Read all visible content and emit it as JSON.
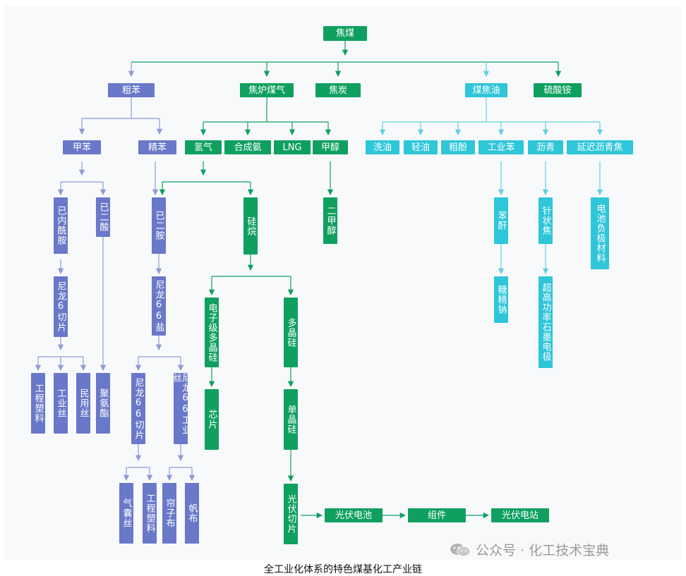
{
  "colors": {
    "green": "#0fa060",
    "blue": "#6978c8",
    "cyan": "#2ec6d8",
    "line_green": "#0fa060",
    "line_blue": "#8f9bd6",
    "line_cyan": "#5fd1df"
  },
  "nodes": {
    "coke_coal": "焦煤",
    "crude_benzene": "粗苯",
    "coke_oven_gas": "焦炉煤气",
    "coke": "焦炭",
    "coal_tar": "煤焦油",
    "ammonium_sulfate": "硫酸铵",
    "toluene": "甲苯",
    "refined_benzene": "精苯",
    "hydrogen": "氢气",
    "synthetic_ammonia": "合成氨",
    "lng": "LNG",
    "methanol": "甲醇",
    "wash_oil": "洗油",
    "light_oil": "轻油",
    "crude_phenol": "粗酚",
    "industrial_benzene": "工业苯",
    "pitch": "沥青",
    "delayed_pitch_coke": "延迟沥青焦",
    "caprolactam": "已内酰胺",
    "adipic_acid": "已二酸",
    "hexanediamine": "已二胺",
    "silane": "硅烷",
    "dimethyl_ether": "二甲醇",
    "phthalic_anhydride": "苯酐",
    "needle_coke": "针状焦",
    "anode_material": "电池负极材料",
    "nylon6_chip": "尼龙6切片",
    "nylon66_salt": "尼龙66盐",
    "electronic_polysilicon": "电子级多晶硅",
    "polysilicon": "多晶硅",
    "saccharin_sodium": "糖精钠",
    "uhp_graphite_electrode": "超高功率石墨电极",
    "engineering_plastics_1": "工程塑料",
    "industrial_yarn": "工业丝",
    "civil_yarn": "民用丝",
    "polyurethane": "聚氨酯",
    "nylon66_chip": "尼龙66切片",
    "nylon66_industrial_yarn": "尼龙66工业丝",
    "chip": "芯片",
    "monocrystalline_silicon": "单晶硅",
    "airbag_yarn": "气囊丝",
    "engineering_plastics_2": "工程塑料",
    "tire_cord": "帘子布",
    "canvas_cloth": "帆布",
    "pv_wafer": "光伏切片",
    "pv_cell": "光伏电池",
    "pv_module": "组件",
    "pv_station": "光伏电站"
  },
  "caption": "全工业化体系的特色煤基化工产业链",
  "watermark": {
    "text": "公众号 · 化工技术宝典",
    "icon": "wechat-icon"
  }
}
